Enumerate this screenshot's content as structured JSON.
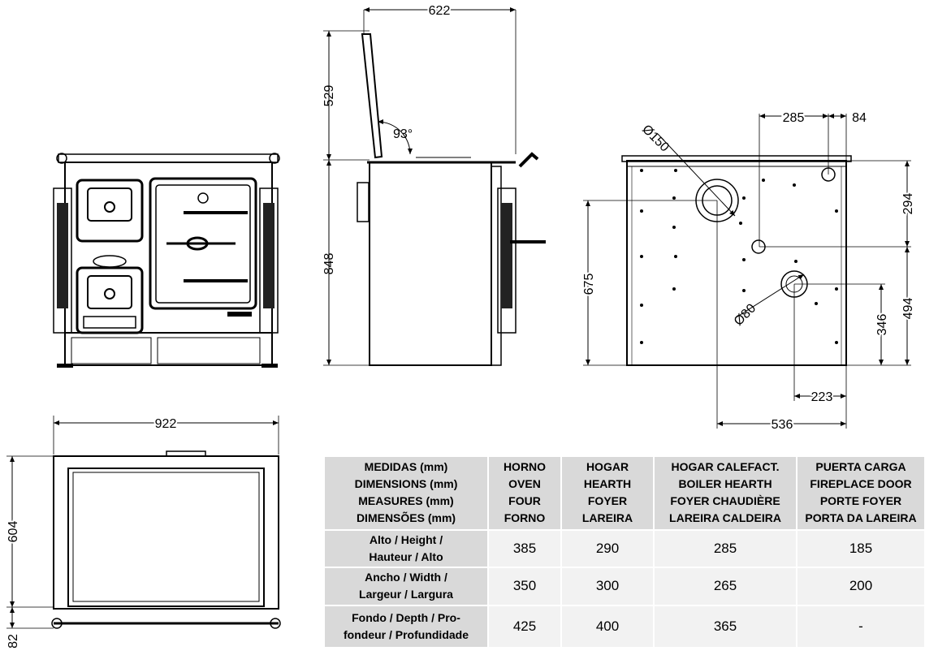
{
  "views": {
    "side": {
      "top_width": "622",
      "lid_height": "529",
      "lid_angle": "93°",
      "body_height": "848"
    },
    "back": {
      "flue_diameter": "Ø150",
      "small_flue_diameter": "Ø80",
      "dim_285": "285",
      "dim_84": "84",
      "dim_294": "294",
      "dim_675": "675",
      "dim_494": "494",
      "dim_346": "346",
      "dim_223": "223",
      "dim_536": "536"
    },
    "top": {
      "width": "922",
      "depth": "604",
      "rail": "82"
    }
  },
  "table": {
    "header": {
      "measures": [
        "MEDIDAS (mm)",
        "DIMENSIONS (mm)",
        "MEASURES (mm)",
        "DIMENSÕES (mm)"
      ],
      "oven": [
        "HORNO",
        "OVEN",
        "FOUR",
        "FORNO"
      ],
      "hearth": [
        "HOGAR",
        "HEARTH",
        "FOYER",
        "LAREIRA"
      ],
      "boiler": [
        "HOGAR CALEFACT.",
        "BOILER HEARTH",
        "FOYER CHAUDIÈRE",
        "LAREIRA CALDEIRA"
      ],
      "door": [
        "PUERTA CARGA",
        "FIREPLACE DOOR",
        "PORTE FOYER",
        "PORTA DA LAREIRA"
      ]
    },
    "rows": [
      {
        "label": [
          "Alto / Height /",
          "Hauteur / Alto"
        ],
        "oven": "385",
        "hearth": "290",
        "boiler": "285",
        "door": "185"
      },
      {
        "label": [
          "Ancho / Width /",
          "Largeur / Largura"
        ],
        "oven": "350",
        "hearth": "300",
        "boiler": "265",
        "door": "200"
      },
      {
        "label": [
          "Fondo / Depth / Pro-",
          "fondeur / Profundidade"
        ],
        "oven": "425",
        "hearth": "400",
        "boiler": "365",
        "door": "-"
      }
    ]
  }
}
